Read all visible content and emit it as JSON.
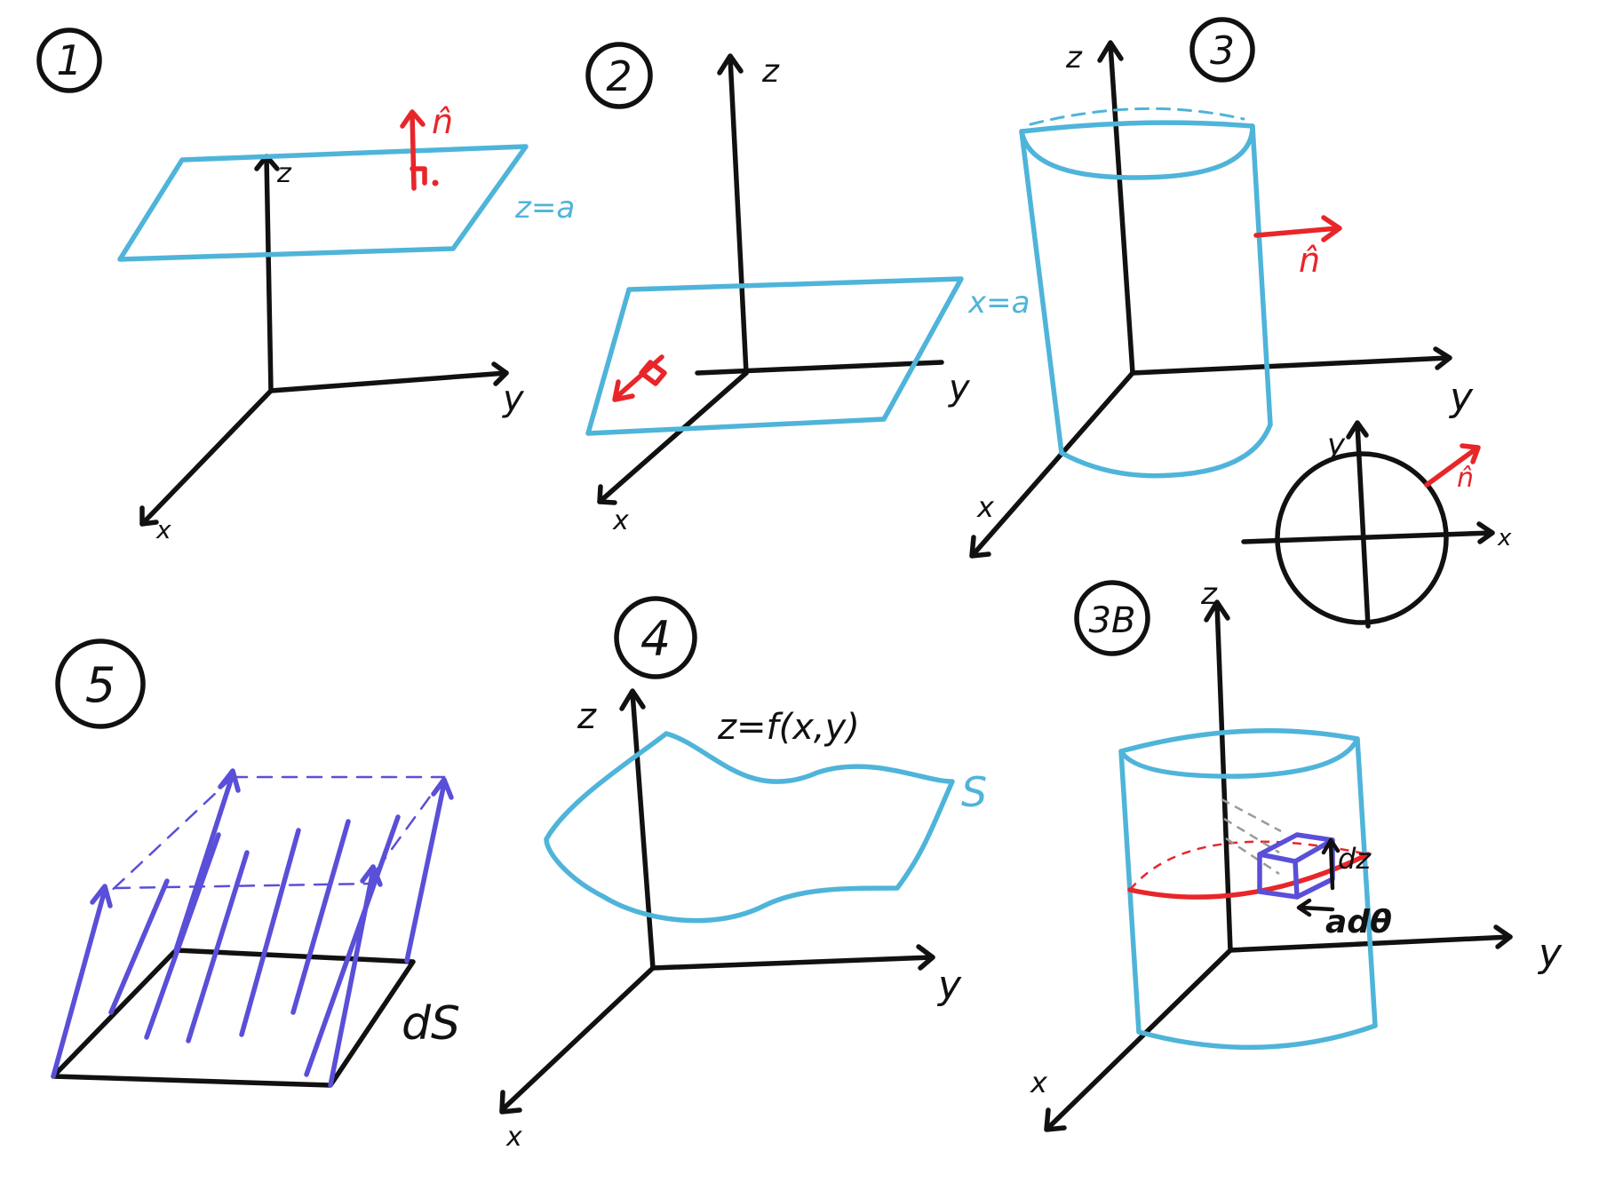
{
  "colors": {
    "ink": "#111111",
    "surface_blue": "#4fb4d9",
    "normal_red": "#e8262a",
    "vector_purple": "#5a4fd8"
  },
  "panel1": {
    "number": "1",
    "surface": "z=a",
    "normal": "n̂",
    "axis_x": "x",
    "axis_y": "y",
    "axis_z": "z"
  },
  "panel2": {
    "number": "2",
    "surface": "x=a",
    "axis_x": "x",
    "axis_y": "y",
    "axis_z": "z"
  },
  "panel3": {
    "number": "3",
    "normal": "n̂",
    "normal_inset": "n̂",
    "axis_x": "x",
    "axis_y": "y",
    "axis_z": "z",
    "inset_x": "x",
    "inset_y": "y"
  },
  "panel3b": {
    "number": "3B",
    "dz": "dz",
    "adtheta": "adθ",
    "axis_x": "x",
    "axis_y": "y",
    "axis_z": "z"
  },
  "panel4": {
    "number": "4",
    "surface": "S",
    "equation": "z=f(x,y)",
    "axis_x": "x",
    "axis_y": "y",
    "axis_z": "z"
  },
  "panel5": {
    "number": "5",
    "element": "dS"
  }
}
